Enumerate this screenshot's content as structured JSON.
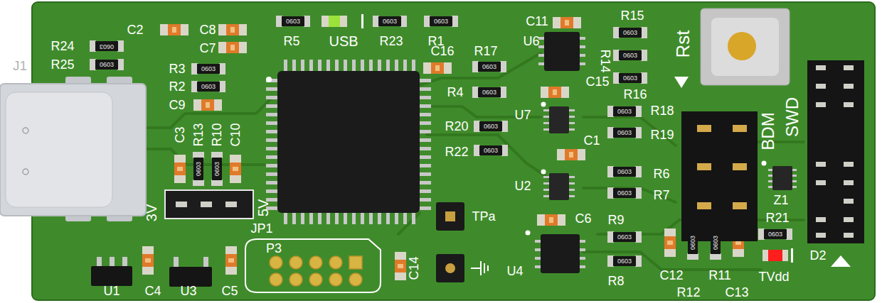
{
  "diagram": {
    "labels": [
      "J1",
      "R24",
      "R25",
      "0603",
      "0603",
      "C2",
      "C8",
      "C7",
      "R3",
      "0603",
      "R2",
      "0603",
      "C9",
      "C3",
      "R13",
      "R10",
      "C10",
      "0603",
      "0603",
      "3V",
      "5V",
      "JP1",
      "U1",
      "C4",
      "U3",
      "C5",
      "P3",
      "R5",
      "0603",
      "USB",
      "R23",
      "0603",
      "R1",
      "0603",
      "C16",
      "R17",
      "0603",
      "R4",
      "0603",
      "R20",
      "0603",
      "R22",
      "0603",
      "C11",
      "U6",
      "R15",
      "0603",
      "0603",
      "R14",
      "0603",
      "C15",
      "R16",
      "Rst",
      "U7",
      "0603",
      "R18",
      "0603",
      "R19",
      "C1",
      "U2",
      "0603",
      "R6",
      "0603",
      "R7",
      "TPa",
      "C6",
      "R9",
      "0603",
      "U4",
      "0603",
      "R8",
      "C14",
      "BDM",
      "SWD",
      "Z1",
      "R21",
      "0603",
      "D2",
      "TVdd",
      "C12",
      "0603",
      "R12",
      "0603",
      "R11",
      "C13"
    ]
  }
}
